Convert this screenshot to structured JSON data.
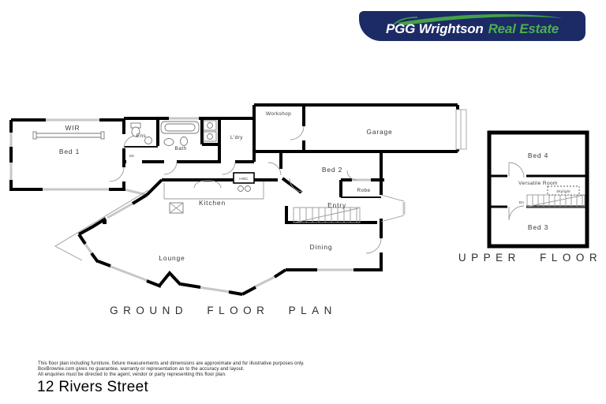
{
  "logo": {
    "brand": "PGG Wrightson",
    "suffix": "Real Estate",
    "colors": {
      "navy": "#1c2a66",
      "green": "#45a148"
    }
  },
  "ground_floor": {
    "title": "GROUND FLOOR PLAN",
    "rooms": {
      "wir": "WIR",
      "bed1": "Bed 1",
      "ens": "Ens",
      "str": "Str",
      "bath": "Bath",
      "ldry": "L'dry",
      "workshop": "Workshop",
      "garage": "Garage",
      "bed2": "Bed 2",
      "robe": "Robe",
      "entry": "Entry",
      "kitchen": "Kitchen",
      "hwc": "HWC",
      "dining": "Dining",
      "lounge": "Lounge"
    }
  },
  "upper_floor": {
    "title": "UPPER FLOOR",
    "rooms": {
      "bed4": "Bed 4",
      "versatile": "Versatile Room",
      "bed3": "Bed 3"
    },
    "annotations": {
      "skylight": "Skylight",
      "down": "Dn"
    }
  },
  "footer": {
    "disclaimer_lines": [
      "This floor plan including furniture, fixture measurements and dimensions are approximate and for illustrative purposes only.",
      "BoxBrownie.com gives no guarantee, warranty or representation as to the accuracy and layout.",
      "All enquiries must be directed to the agent, vendor or party representing this floor plan."
    ],
    "address": "12 Rivers Street"
  }
}
